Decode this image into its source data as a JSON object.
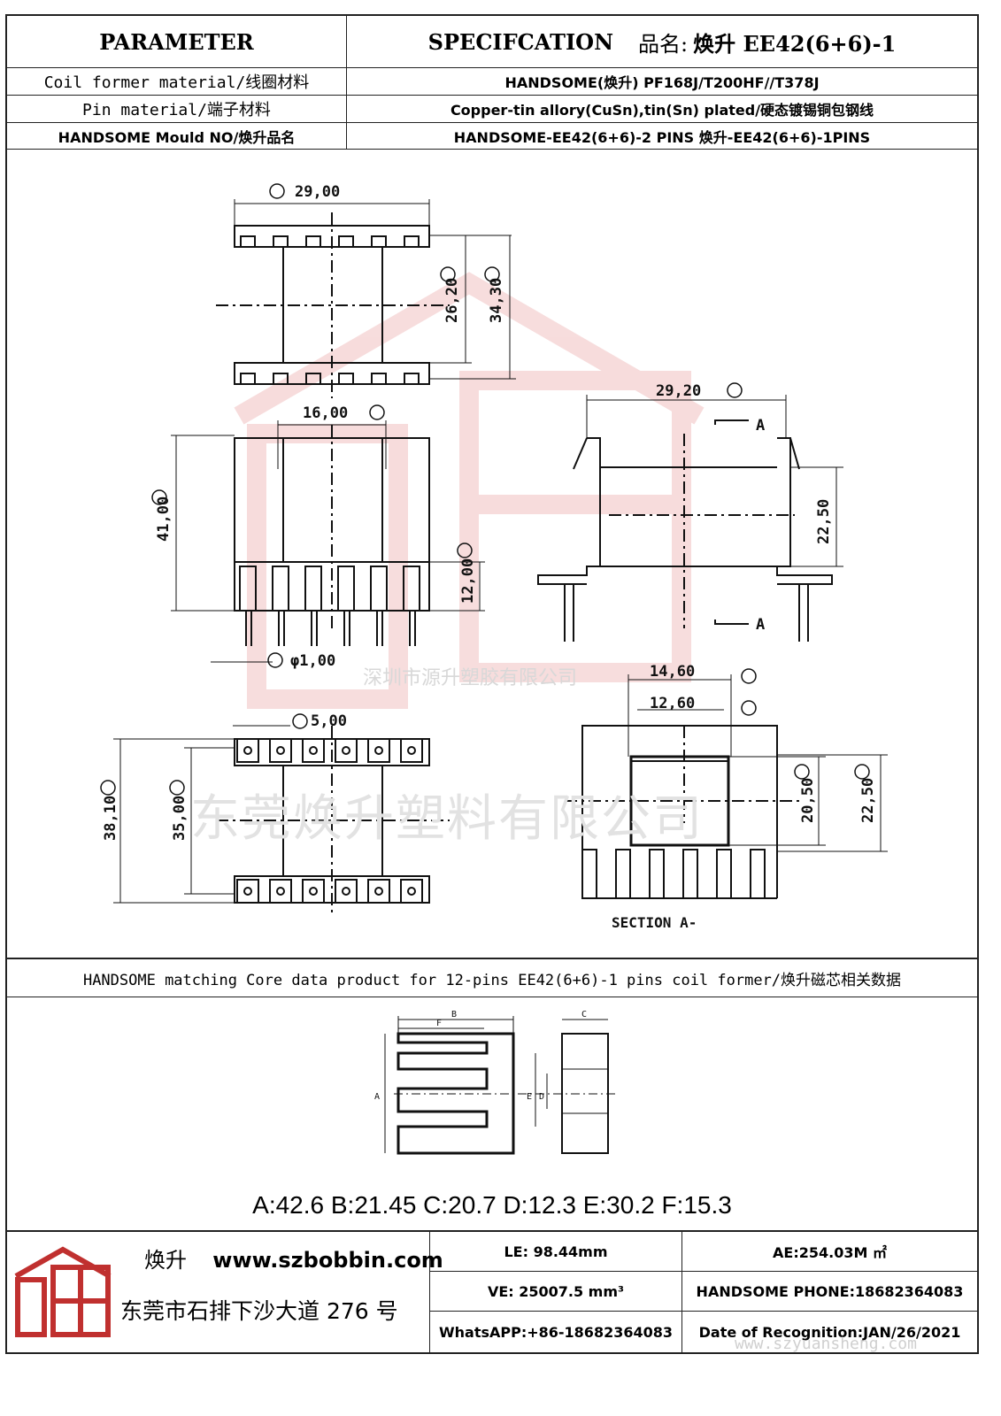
{
  "header": {
    "parameter": "PARAMETER",
    "spec": "SPECIFCATION",
    "product_label": "品名:",
    "product_name": "焕升 EE42(6+6)-1"
  },
  "rows": [
    {
      "label": "Coil former material/线圈材料",
      "value": "HANDSOME(焕升)  PF168J/T200HF//T378J"
    },
    {
      "label": "Pin material/端子材料",
      "value": "Copper-tin allory(CuSn),tin(Sn) plated/硬态镀锡铜包钢线"
    },
    {
      "label": "HANDSOME Mould NO/焕升品名",
      "value": "HANDSOME-EE42(6+6)-2 PINS   焕升-EE42(6+6)-1PINS"
    }
  ],
  "dimensions": {
    "A": "29,00",
    "B": "26,20",
    "C": "34,30",
    "D": "16,00",
    "E": "41,00",
    "F": "12,00",
    "G": "29,20",
    "G2": "22,50",
    "H": "φ1,00",
    "I": "5,00",
    "J": "38,10",
    "K": "35,00",
    "L": "14,60",
    "M": "12,60",
    "N": "20,50",
    "O": "22,50",
    "section_label": "SECTION A-",
    "section_mark": "A"
  },
  "watermarks": {
    "shenzhen": "深圳市源升塑胶有限公司",
    "dongguan": "东莞焕升塑料有限公司",
    "url": "www.szyuansheng.com"
  },
  "core_section": {
    "title": "HANDSOME matching Core data  product for 12-pins EE42(6+6)-1 pins coil former/焕升磁芯相关数据",
    "core_labels": {
      "A": "A",
      "B": "B",
      "C": "C",
      "D": "D",
      "E": "E",
      "F": "F"
    },
    "values": "A:42.6 B:21.45 C:20.7 D:12.3 E:30.2 F:15.3"
  },
  "footer": {
    "brand": "焕升",
    "website": "www.szbobbin.com",
    "address": "东莞市石排下沙大道 276 号",
    "le": "LE: 98.44mm",
    "ae": "AE:254.03M ㎡",
    "ve": "VE: 25007.5 mm³",
    "phone": "HANDSOME PHONE:18682364083",
    "whatsapp": "WhatsAPP:+86-18682364083",
    "date": "Date of Recognition:JAN/26/2021"
  },
  "colors": {
    "line": "#222222",
    "watermark": "#e8a0a0",
    "logo": "#c0302f"
  }
}
